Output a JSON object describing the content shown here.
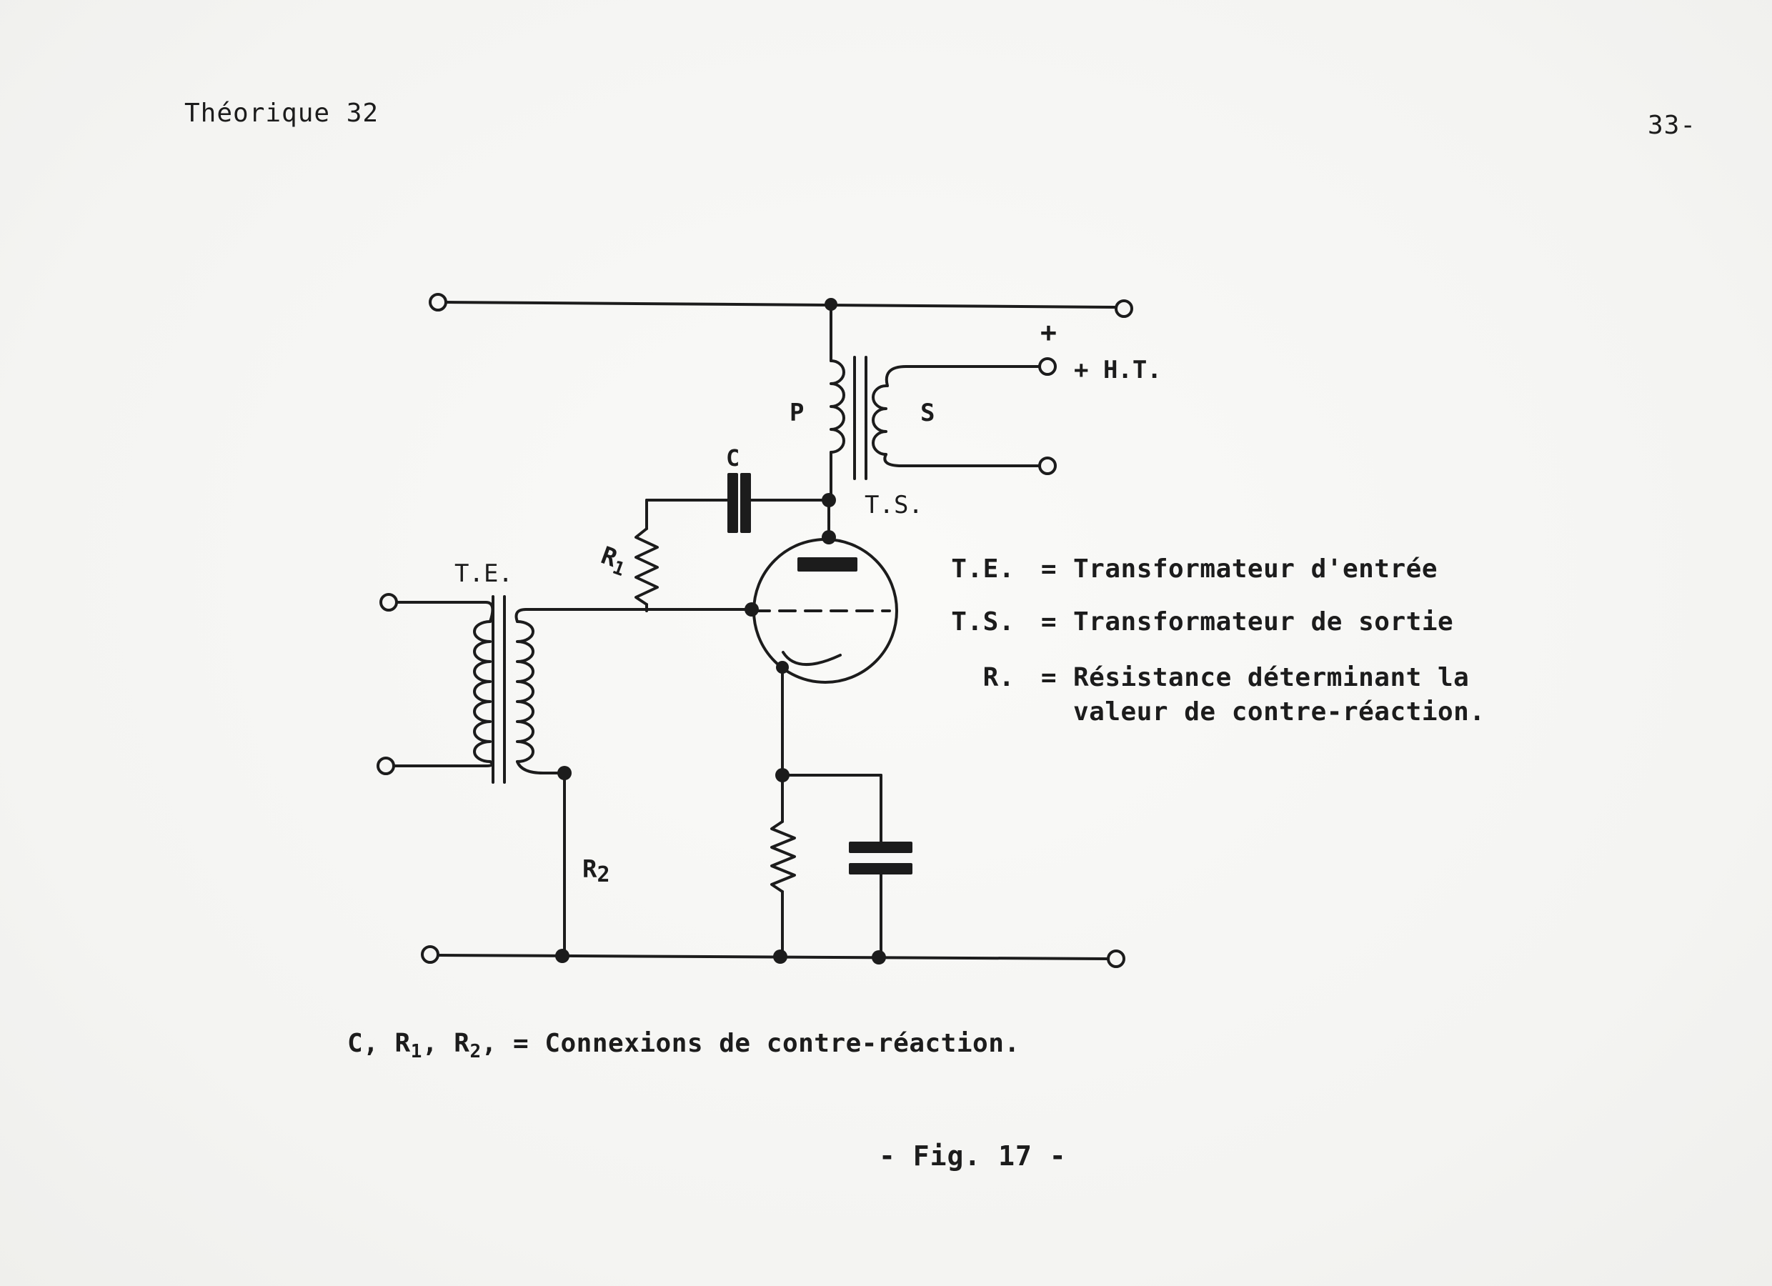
{
  "header": {
    "left": "Théorique 32",
    "right": "33-"
  },
  "diagram": {
    "labels": {
      "ht": "+ H.T.",
      "plus": "+",
      "primary": "P",
      "secondary": "S",
      "capacitor": "C",
      "ts": "T.S.",
      "te": "T.E.",
      "r1": "R",
      "r1_sub": "1",
      "r2": "R",
      "r2_sub": "2"
    }
  },
  "legend": [
    {
      "abbr": "T.E.",
      "eq": "=",
      "desc": "Transformateur d'entrée"
    },
    {
      "abbr": "T.S.",
      "eq": "=",
      "desc": "Transformateur de sortie"
    },
    {
      "abbr": "R.",
      "eq": "=",
      "desc": "Résistance déterminant la"
    },
    {
      "abbr": "",
      "eq": "",
      "desc": "valeur de contre-réaction."
    }
  ],
  "caption": {
    "c": "C,",
    "r1": "R",
    "r1_sub": "1",
    "sep1": ",",
    "r2": "R",
    "r2_sub": "2",
    "sep2": ",",
    "text": "= Connexions de contre-réaction."
  },
  "figure_label": "- Fig. 17 -"
}
